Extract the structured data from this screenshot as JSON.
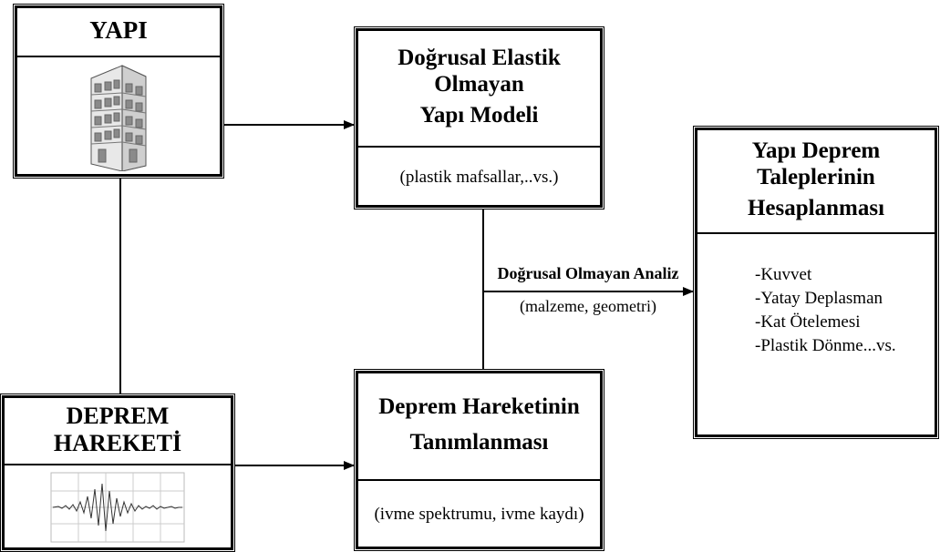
{
  "boxes": {
    "yapi": {
      "title": "YAPI"
    },
    "model": {
      "title_line1": "Doğrusal Elastik Olmayan",
      "title_line2": "Yapı Modeli",
      "sub": "(plastik mafsallar,..vs.)"
    },
    "deprem": {
      "title": "DEPREM HAREKETİ"
    },
    "tanim": {
      "title_line1": "Deprem Hareketinin",
      "title_line2": "Tanımlanması",
      "sub": "(ivme spektrumu, ivme kaydı)"
    },
    "talep": {
      "title_line1": "Yapı Deprem Taleplerinin",
      "title_line2": "Hesaplanması",
      "items": [
        "-Kuvvet",
        "-Yatay Deplasman",
        "-Kat Ötelemesi",
        "-Plastik Dönme...vs."
      ]
    }
  },
  "analysis": {
    "title": "Doğrusal Olmayan Analiz",
    "sub": "(malzeme, geometri)"
  },
  "icons": {
    "building": "building-sketch-icon",
    "seismogram": "seismogram-icon"
  }
}
